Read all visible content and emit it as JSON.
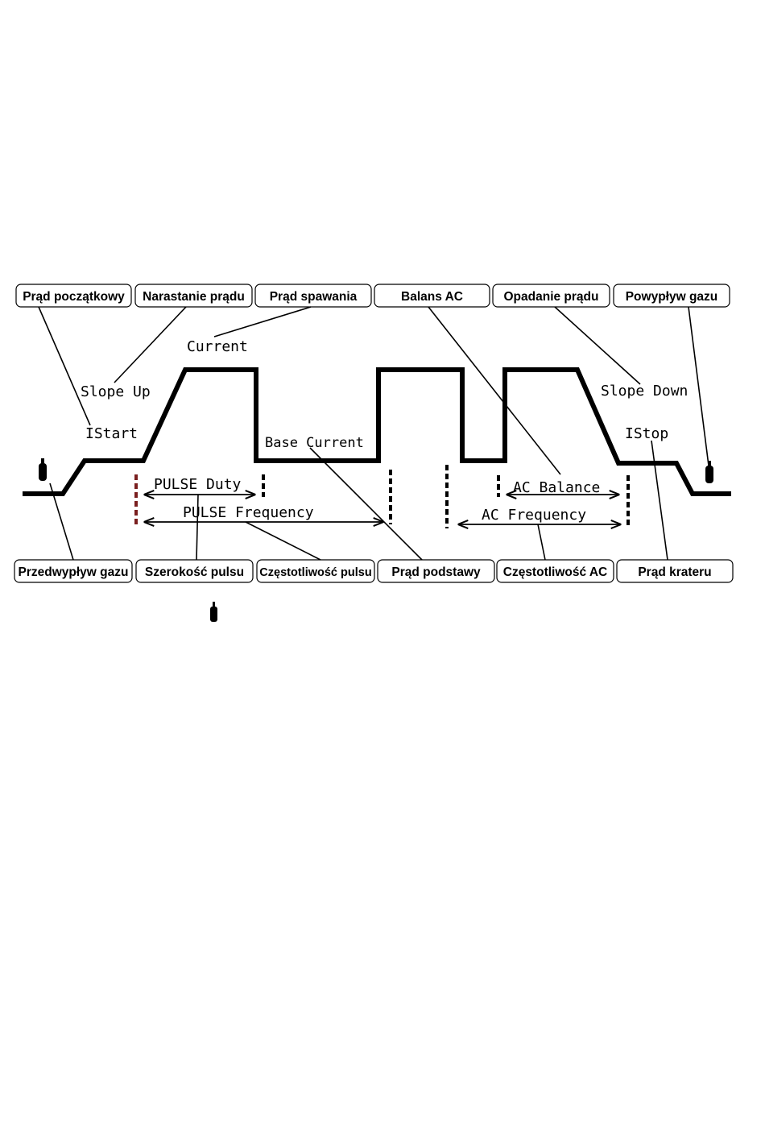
{
  "top_labels": {
    "prad_poczatkowy": "Prąd początkowy",
    "narastanie_pradu": "Narastanie prądu",
    "prad_spawania": "Prąd spawania",
    "balans_ac": "Balans AC",
    "opadanie_pradu": "Opadanie prądu",
    "powyplyw_gazu": "Powypływ gazu"
  },
  "bottom_labels": {
    "przedwyplyw_gazu": "Przedwypływ gazu",
    "szerokosc_pulsu": "Szerokość pulsu",
    "czestotliwosc_pulsu": "Częstotliwość pulsu",
    "prad_podstawy": "Prąd podstawy",
    "czestotliwosc_ac": "Częstotliwość AC",
    "prad_krateru": "Prąd krateru"
  },
  "waveform_labels": {
    "current": "Current",
    "slope_up": "Slope Up",
    "istart": "IStart",
    "base_current": "Base Current",
    "slope_down": "Slope Down",
    "istop": "IStop",
    "pulse_duty": "PULSE Duty",
    "pulse_frequency": "PULSE Frequency",
    "ac_balance": "AC Balance",
    "ac_frequency": "AC Frequency"
  },
  "icons": {
    "gas_torch": "gas-torch-icon"
  }
}
